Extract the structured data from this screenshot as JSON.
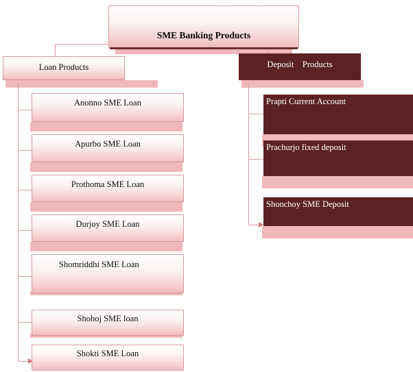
{
  "diagram": {
    "title": "SME Banking Products",
    "type": "organizational-hierarchy",
    "accent_light": "#f0b8bc",
    "accent_border": "#d79a9c",
    "accent_dark": "#5c2223",
    "connector_color": "#d89ea0"
  },
  "root": {
    "label": "SME Banking Products"
  },
  "branches": [
    {
      "key": "loan",
      "label": "Loan Products",
      "style": "light",
      "children": [
        {
          "label": "Anonno SME Loan"
        },
        {
          "label": "Apurbo SME Loan"
        },
        {
          "label": "Prothoma SME Loan"
        },
        {
          "label": "Durjoy SME Loan"
        },
        {
          "label": "Shomriddhi        SME Loan"
        },
        {
          "label": "Shohoj SME loan"
        },
        {
          "label": "Shokti SME Loan"
        }
      ]
    },
    {
      "key": "deposit",
      "label": "Deposit    Products",
      "style": "dark",
      "children": [
        {
          "label": "Prapti Current Account"
        },
        {
          "label": "Prachurjo fixed deposit"
        },
        {
          "label": "Shonchoy SME Deposit"
        }
      ]
    }
  ]
}
